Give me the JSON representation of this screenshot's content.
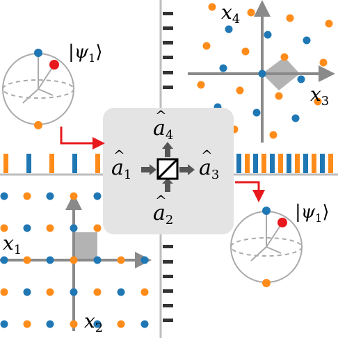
{
  "labels": {
    "x1": {
      "base": "x",
      "sub": "1"
    },
    "x2": {
      "base": "x",
      "sub": "2"
    },
    "x3": {
      "base": "x",
      "sub": "3"
    },
    "x4": {
      "base": "x",
      "sub": "4"
    }
  },
  "operators": {
    "a1": {
      "base": "a",
      "sub": "1"
    },
    "a2": {
      "base": "a",
      "sub": "2"
    },
    "a3": {
      "base": "a",
      "sub": "3"
    },
    "a4": {
      "base": "a",
      "sub": "4"
    }
  },
  "kets": {
    "input": {
      "open": "|",
      "psi": "ψ",
      "sub": "1",
      "close": "⟩"
    },
    "output": {
      "open": "|",
      "psi": "ψ",
      "sub": "1",
      "close": "⟩"
    }
  },
  "colors": {
    "orange": "#ff8c1a",
    "blue": "#1f77b4",
    "arrow_red": "#e8191c",
    "axis_gray": "#8a8a8a",
    "box_gray": "#e4e4e4",
    "cell_gray": "#b3b3b3",
    "tick_dark": "#333333"
  }
}
